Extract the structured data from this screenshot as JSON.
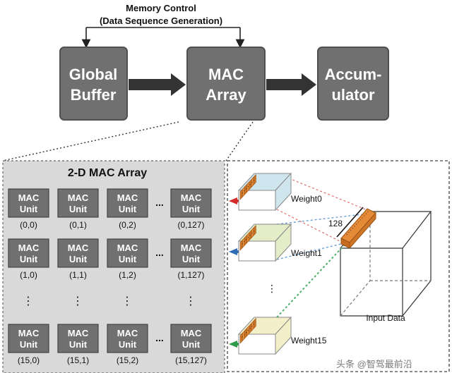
{
  "memory_control": {
    "line1": "Memory Control",
    "line2": "(Data Sequence Generation)"
  },
  "blocks": {
    "global_buffer": [
      "Global",
      "Buffer"
    ],
    "mac_array": [
      "MAC",
      "Array"
    ],
    "accumulator": [
      "Accum-",
      "ulator"
    ]
  },
  "array_panel": {
    "title": "2-D MAC Array",
    "cell_label": [
      "MAC",
      "Unit"
    ],
    "ellipsis": "...",
    "rows": [
      [
        "(0,0)",
        "(0,1)",
        "(0,2)",
        "(0,127)"
      ],
      [
        "(1,0)",
        "(1,1)",
        "(1,2)",
        "(1,127)"
      ],
      [
        "(15,0)",
        "(15,1)",
        "(15,2)",
        "(15,127)"
      ]
    ]
  },
  "right_panel": {
    "weights": [
      "Weight0",
      "Weight1",
      "Weight15"
    ],
    "depth_label": "128",
    "input_label": "Input Data"
  },
  "watermark": "头条 @智驾最前沿",
  "colors": {
    "block_fill": "#707070",
    "block_stroke": "#505050",
    "panel_fill": "#d9d9d9",
    "arrow_red": "#d62a2a",
    "arrow_blue": "#2c6db4",
    "arrow_green": "#2e9a48",
    "orange": "#e58a36"
  }
}
